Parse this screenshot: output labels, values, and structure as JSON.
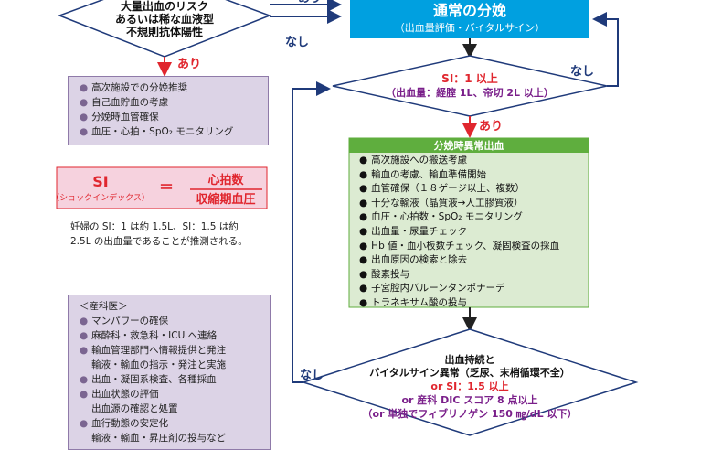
{
  "top_diamond": {
    "lines": [
      "大量出血のリスク",
      "あるいは稀な血液型",
      "不規則抗体陽性"
    ]
  },
  "edge_labels": {
    "ari_1": "あり",
    "nashi_1": "なし",
    "nashi_2": "なし",
    "ari_2": "あり",
    "nashi_3": "なし",
    "ari_top": "あり"
  },
  "normal_delivery": {
    "title": "通常の分娩",
    "subtitle": "（出血量評価・バイタルサイン）"
  },
  "si_diamond": {
    "line1": "SI：1 以上",
    "line2": "（出血量：経腟 1L、帝切 2L 以上）"
  },
  "risk_box": {
    "items": [
      "高次施設での分娩推奨",
      "自己血貯血の考慮",
      "分娩時血管確保",
      "血圧・心拍・SpO₂ モニタリング"
    ]
  },
  "si_formula": {
    "label": "SI",
    "label_sub": "（ショックインデックス）",
    "equals": "＝",
    "numerator": "心拍数",
    "denominator": "収縮期血圧"
  },
  "si_note": {
    "lines": [
      "妊婦の SI：1 は約 1.5L、SI：1.5 は約",
      "2.5L の出血量であることが推測される。"
    ]
  },
  "abnormal_bleeding": {
    "title": "分娩時異常出血",
    "items": [
      "高次施設への搬送考慮",
      "輸血の考慮、輸血準備開始",
      "血管確保（１８ゲージ以上、複数）",
      "十分な輸液（晶質液→人工膠質液）",
      "血圧・心拍数・SpO₂ モニタリング",
      "出血量・尿量チェック",
      "Hb 値・血小板数チェック、凝固検査の採血",
      "出血原因の検索と除去",
      "酸素投与",
      "子宮腔内バルーンタンポナーデ",
      "トラネキサム酸の投与"
    ]
  },
  "obstetrician_box": {
    "heading": "＜産科医＞",
    "items": [
      {
        "text": "マンパワーの確保",
        "bullet": true
      },
      {
        "text": "麻酔科・救急科・ICU へ連絡",
        "bullet": true
      },
      {
        "text": "輸血管理部門へ情報提供と発注",
        "bullet": true
      },
      {
        "text": "輸液・輸血の指示・発注と実施",
        "bullet": false
      },
      {
        "text": "出血・凝固系検査、各種採血",
        "bullet": true
      },
      {
        "text": "出血状態の評価",
        "bullet": true
      },
      {
        "text": "出血源の確認と処置",
        "bullet": false
      },
      {
        "text": "血行動態の安定化",
        "bullet": true
      },
      {
        "text": "輸液・輸血・昇圧剤の投与など",
        "bullet": false
      }
    ]
  },
  "bottom_diamond": {
    "line1": "出血持続と",
    "line2": "バイタルサイン異常（乏尿、末梢循環不全）",
    "line3": "or SI：1.5 以上",
    "line4": "or 産科 DIC スコア 8 点以上",
    "line5": "（or 単独でフィブリノゲン 150 ㎎/dL 以下）"
  },
  "colors": {
    "navy": "#1f3a7a",
    "blue_box": "#00a0e0",
    "red": "#e0262e",
    "purple_text": "#7a1f8a",
    "green_header": "#5fae3e",
    "green_fill": "#dcebd2",
    "purple_box": "#dcd3e6",
    "pink_box": "#f6d2de"
  }
}
